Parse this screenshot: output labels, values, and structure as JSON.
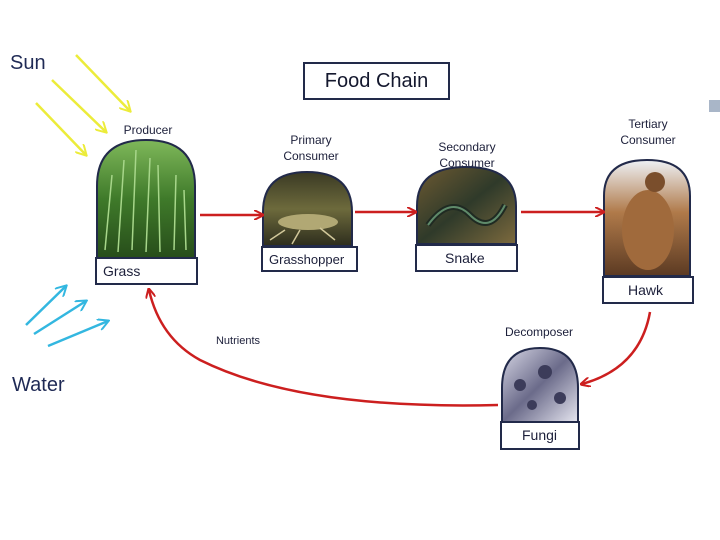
{
  "diagram": {
    "title": "Food Chain",
    "sun_label": "Sun",
    "water_label": "Water",
    "nutrients_label": "Nutrients",
    "nodes": [
      {
        "role": "Producer",
        "name": "Grass"
      },
      {
        "role_line1": "Primary",
        "role_line2": "Consumer",
        "name": "Grasshopper"
      },
      {
        "role_line1": "Secondary",
        "role_line2": "Consumer",
        "name": "Snake"
      },
      {
        "role_line1": "Tertiary",
        "role_line2": "Consumer",
        "name": "Hawk"
      },
      {
        "role": "Decomposer",
        "name": "Fungi"
      }
    ],
    "colors": {
      "sun_rays": "#ecec3a",
      "water_arrows": "#33b7e0",
      "flow_arrows": "#cc1f1f",
      "box_border": "#222a4a"
    }
  }
}
